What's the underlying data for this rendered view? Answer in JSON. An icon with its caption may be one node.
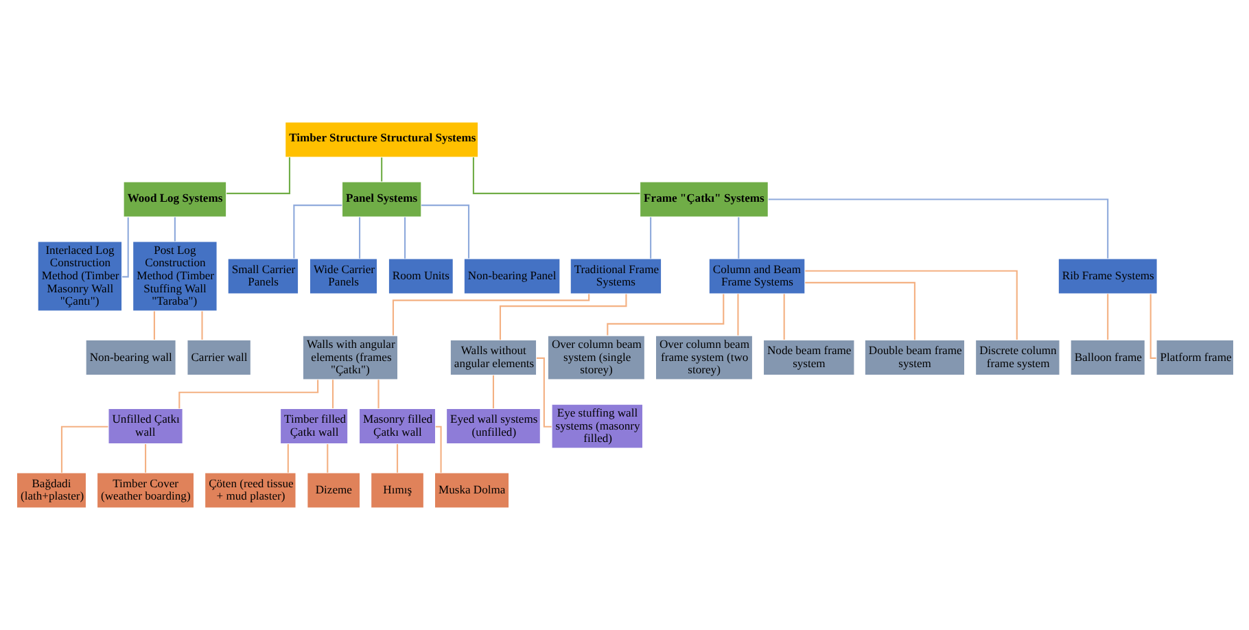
{
  "diagram": {
    "nodes": [
      {
        "text": [
          "Timber Structure Structural Systems"
        ]
      },
      {
        "text": [
          "Wood Log Systems"
        ]
      },
      {
        "text": [
          "Panel Systems"
        ]
      },
      {
        "text": [
          "Frame \"Çatkı\" Systems"
        ]
      },
      {
        "text": [
          "Interlaced Log Construction Method (Timber Masonry Wall \"Çantı\")"
        ]
      },
      {
        "text": [
          "Post Log Construction Method (Timber Stuffing Wall \"Taraba\")"
        ]
      },
      {
        "text": [
          "Non-bearing wall"
        ]
      },
      {
        "text": [
          "Carrier wall"
        ]
      },
      {
        "text": [
          "Small Carrier Panels"
        ]
      },
      {
        "text": [
          "Wide Carrier Panels"
        ]
      },
      {
        "text": [
          "Room Units"
        ]
      },
      {
        "text": [
          "Non-bearing Panel"
        ]
      },
      {
        "text": [
          "Traditional Frame Systems"
        ]
      },
      {
        "text": [
          "Column and Beam Frame Systems"
        ]
      },
      {
        "text": [
          "Rib Frame Systems"
        ]
      },
      {
        "text": [
          "Walls with angular elements (frames \"Çatkı\")"
        ]
      },
      {
        "text": [
          "Walls without angular elements"
        ]
      },
      {
        "text": [
          "Unfilled Çatkı wall"
        ]
      },
      {
        "text": [
          "Timber filled Çatkı wall"
        ]
      },
      {
        "text": [
          "Masonry filled Çatkı wall"
        ]
      },
      {
        "text": [
          "Bağdadi (lath+plaster)"
        ]
      },
      {
        "text": [
          "Timber Cover (weather boarding)"
        ]
      },
      {
        "text": [
          "Çöten (reed tissue + mud plaster)"
        ]
      },
      {
        "text": [
          "Dizeme"
        ]
      },
      {
        "text": [
          "Hımış"
        ]
      },
      {
        "text": [
          "Muska Dolma"
        ]
      },
      {
        "text": [
          "Eyed wall systems (unfilled)"
        ]
      },
      {
        "text": [
          "Eye stuffing wall systems (masonry filled)"
        ]
      },
      {
        "text": [
          "Over column beam system (single storey)"
        ]
      },
      {
        "text": [
          "Over column beam frame system (two storey)"
        ]
      },
      {
        "text": [
          "Node beam frame system"
        ]
      },
      {
        "text": [
          "Double beam frame system"
        ]
      },
      {
        "text": [
          "Discrete column frame system"
        ]
      },
      {
        "text": [
          "Balloon frame"
        ]
      },
      {
        "text": [
          "Platform frame"
        ]
      }
    ],
    "edges": [
      {
        "from": 0,
        "to": 1,
        "arrow": "none",
        "color": "#70ad47"
      },
      {
        "from": 0,
        "to": 2,
        "arrow": "none",
        "color": "#70ad47"
      },
      {
        "from": 0,
        "to": 3,
        "arrow": "none",
        "color": "#70ad47"
      },
      {
        "from": 1,
        "to": 4,
        "arrow": "none",
        "color": "#8faadc"
      },
      {
        "from": 1,
        "to": 5,
        "arrow": "none",
        "color": "#8faadc"
      },
      {
        "from": 5,
        "to": 6,
        "arrow": "none"
      },
      {
        "from": 5,
        "to": 7,
        "arrow": "none"
      },
      {
        "from": 2,
        "to": 8,
        "arrow": "none",
        "color": "#8faadc"
      },
      {
        "from": 2,
        "to": 9,
        "arrow": "none",
        "color": "#8faadc"
      },
      {
        "from": 2,
        "to": 10,
        "arrow": "none",
        "color": "#8faadc"
      },
      {
        "from": 2,
        "to": 11,
        "arrow": "none",
        "color": "#8faadc"
      },
      {
        "from": 3,
        "to": 12,
        "arrow": "none",
        "color": "#8faadc"
      },
      {
        "from": 3,
        "to": 13,
        "arrow": "none",
        "color": "#8faadc"
      },
      {
        "from": 3,
        "to": 14,
        "arrow": "none",
        "color": "#8faadc"
      },
      {
        "from": 12,
        "to": 15,
        "arrow": "none"
      },
      {
        "from": 12,
        "to": 16,
        "arrow": "none"
      },
      {
        "from": 15,
        "to": 17,
        "arrow": "none"
      },
      {
        "from": 15,
        "to": 18,
        "arrow": "none"
      },
      {
        "from": 15,
        "to": 19,
        "arrow": "none"
      },
      {
        "from": 17,
        "to": 20,
        "arrow": "none"
      },
      {
        "from": 17,
        "to": 21,
        "arrow": "none"
      },
      {
        "from": 18,
        "to": 22,
        "arrow": "none"
      },
      {
        "from": 18,
        "to": 23,
        "arrow": "none"
      },
      {
        "from": 19,
        "to": 24,
        "arrow": "none"
      },
      {
        "from": 19,
        "to": 25,
        "arrow": "none"
      },
      {
        "from": 16,
        "to": 26,
        "arrow": "none"
      },
      {
        "from": 16,
        "to": 27,
        "arrow": "none"
      },
      {
        "from": 13,
        "to": 28,
        "arrow": "none"
      },
      {
        "from": 13,
        "to": 29,
        "arrow": "none"
      },
      {
        "from": 13,
        "to": 30,
        "arrow": "none"
      },
      {
        "from": 13,
        "to": 31,
        "arrow": "none"
      },
      {
        "from": 13,
        "to": 32,
        "arrow": "none"
      },
      {
        "from": 14,
        "to": 33,
        "arrow": "none"
      },
      {
        "from": 14,
        "to": 34,
        "arrow": "none"
      }
    ]
  }
}
